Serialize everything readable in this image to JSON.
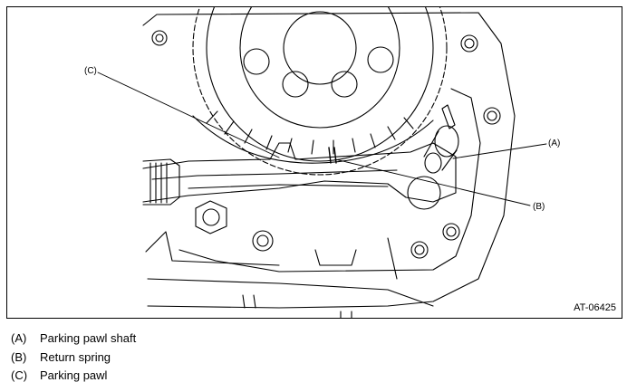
{
  "figure": {
    "id": "AT-06425",
    "callouts": {
      "a": "(A)",
      "b": "(B)",
      "c": "(C)"
    }
  },
  "legend": [
    {
      "key": "(A)",
      "text": "Parking pawl shaft"
    },
    {
      "key": "(B)",
      "text": "Return spring"
    },
    {
      "key": "(C)",
      "text": "Parking pawl"
    }
  ]
}
